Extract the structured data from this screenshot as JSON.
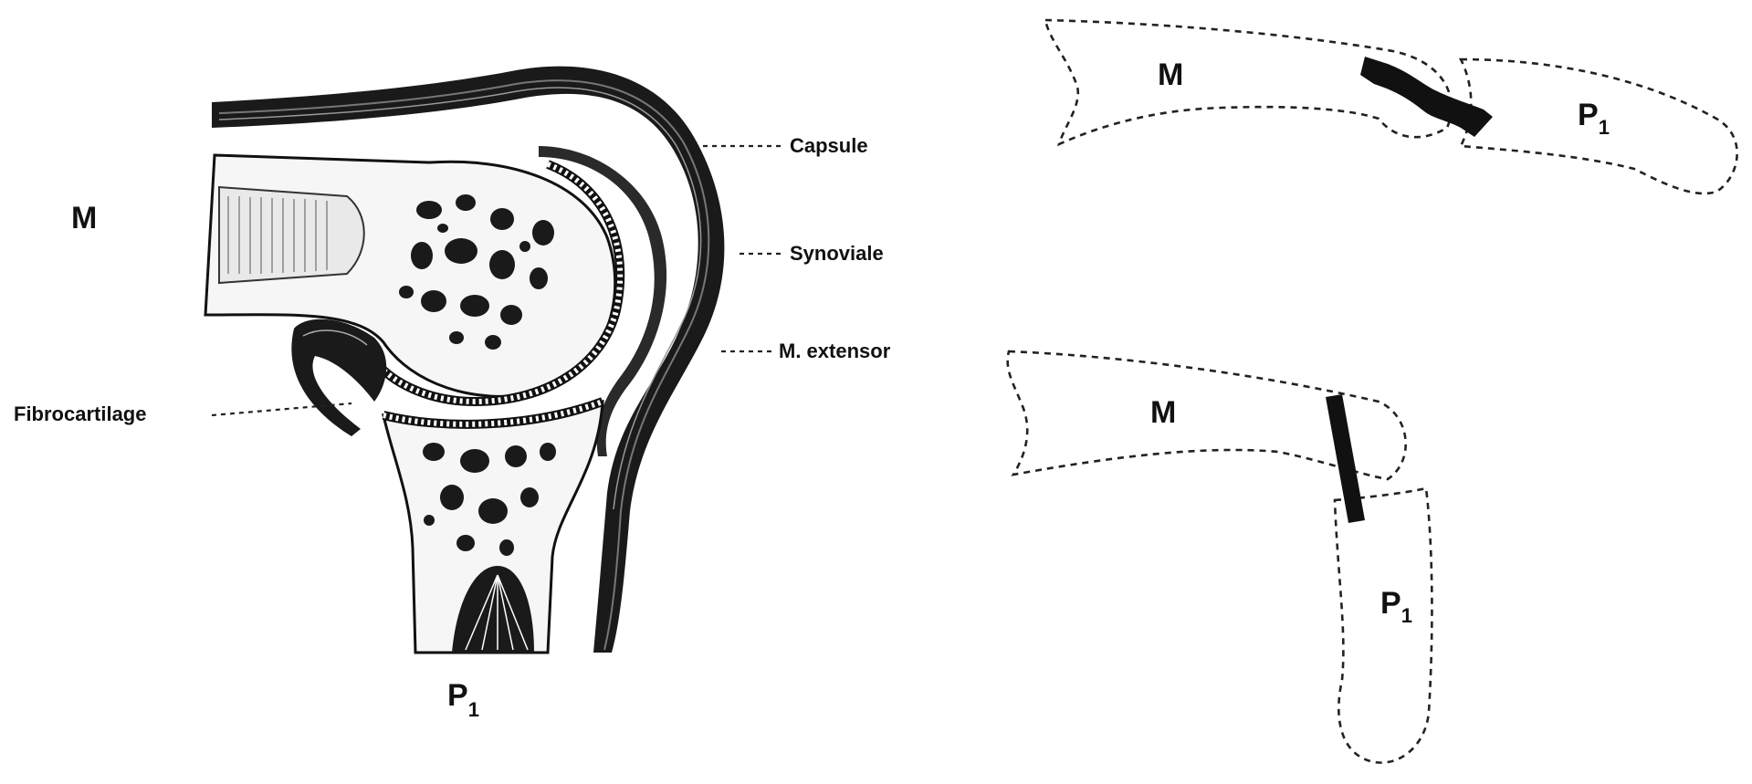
{
  "labels": {
    "section": {
      "metacarpal": "M",
      "phalanx": "P",
      "phalanx_sub": "1",
      "capsule": "Capsule",
      "synoviale": "Synoviale",
      "extensor": "M. extensor",
      "fibrocartilage": "Fibrocartilage"
    },
    "extended": {
      "metacarpal": "M",
      "phalanx": "P",
      "phalanx_sub": "1"
    },
    "flexed": {
      "metacarpal": "M",
      "phalanx": "P",
      "phalanx_sub": "1"
    }
  },
  "colors": {
    "ink": "#111111",
    "background": "#ffffff"
  }
}
